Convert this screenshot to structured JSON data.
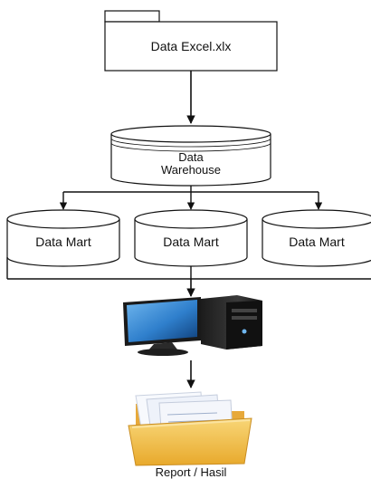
{
  "nodes": {
    "source_file": {
      "label": "Data Excel.xlx"
    },
    "warehouse": {
      "label_line1": "Data",
      "label_line2": "Warehouse"
    },
    "data_marts": [
      {
        "label": "Data Mart"
      },
      {
        "label": "Data Mart"
      },
      {
        "label": "Data Mart"
      }
    ],
    "computer": {
      "icon": "computer-icon"
    },
    "report": {
      "icon": "folder-icon",
      "label": "Report / Hasil"
    }
  },
  "colors": {
    "line": "#111111",
    "monitor_screen": "#3d8fd8",
    "pc_case": "#2b2b2b",
    "folder": "#f2c04c",
    "paper": "#f4f6fb"
  }
}
